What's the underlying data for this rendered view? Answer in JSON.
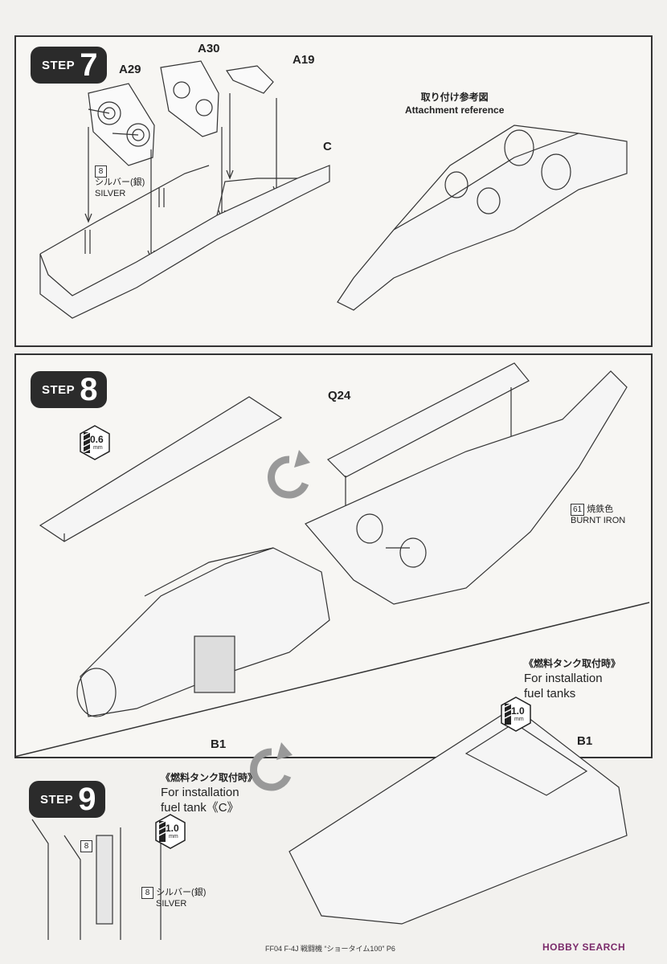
{
  "step7": {
    "badge_label": "STEP",
    "badge_number": "7",
    "parts": [
      "A29",
      "A30",
      "A19",
      "C"
    ],
    "color_num": "8",
    "color_jp": "シルバー(銀)",
    "color_en": "SILVER",
    "ref_jp": "取り付け参考図",
    "ref_en": "Attachment reference"
  },
  "step8": {
    "badge_label": "STEP",
    "badge_number": "8",
    "part": "Q24",
    "drill": "0.6",
    "drill_unit": "mm",
    "color_num": "61",
    "color_jp": "焼鉄色",
    "color_en": "BURNT IRON"
  },
  "step9": {
    "badge_label": "STEP",
    "badge_number": "9",
    "part_b1": "B1",
    "hint_jp": "《燃料タンク取付時》",
    "hint_en_line1": "For installation",
    "hint_en_line2": "fuel tank《C》",
    "drill": "1.0",
    "drill_unit": "mm",
    "color_num_a": "8",
    "color_num_b": "8",
    "color_jp": "シルバー(銀)",
    "color_en": "SILVER"
  },
  "step8b": {
    "hint_jp": "《燃料タンク取付時》",
    "hint_en_line1": "For installation",
    "hint_en_line2": "fuel tanks",
    "drill": "1.0",
    "drill_unit": "mm",
    "part": "B1"
  },
  "footer": {
    "text": "FF04 F-4J 戦闘機 “ショータイム100” P6",
    "watermark": "HOBBY SEARCH"
  }
}
